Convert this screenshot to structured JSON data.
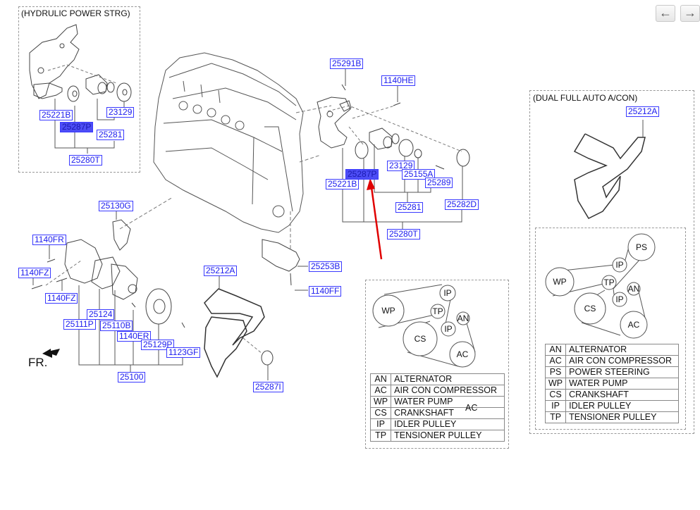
{
  "navigation": {
    "back_label": "←",
    "forward_label": "→"
  },
  "groups": {
    "hydraulic_power_steering": {
      "title": "(HYDRULIC POWER STRG)",
      "parts": [
        "25221B",
        "25287P",
        "23129",
        "25281",
        "25280T"
      ]
    },
    "dual_full_auto_acon": {
      "title": "(DUAL FULL AUTO A/CON)",
      "parts": [
        "25212A"
      ]
    }
  },
  "part_labels": {
    "tensioner_top": [
      "25291B",
      "1140HE"
    ],
    "tensioner_assembly": [
      "25287P",
      "25221B",
      "23129",
      "25155A",
      "25289",
      "25281",
      "25282D",
      "25280T"
    ],
    "water_pump": [
      "25130G",
      "1140FR",
      "1140FZ",
      "1140FZ",
      "25124",
      "25111P",
      "25110B",
      "1140ER",
      "25129P",
      "1123GF",
      "25100"
    ],
    "bracket": [
      "25253B",
      "1140FF"
    ],
    "belt_main": [
      "25212A",
      "25287I"
    ]
  },
  "selected_part": "25287P",
  "front_indicator": "FR.",
  "belt_diagram_1": {
    "pulleys": [
      "WP",
      "IP",
      "TP",
      "IP",
      "AN",
      "CS",
      "AC"
    ],
    "legend": [
      {
        "code": "AN",
        "name": "ALTERNATOR"
      },
      {
        "code": "AC",
        "name": "AIR CON COMPRESSOR"
      },
      {
        "code": "WP",
        "name": "WATER PUMP"
      },
      {
        "code": "CS",
        "name": "CRANKSHAFT"
      },
      {
        "code": "IP",
        "name": "IDLER PULLEY"
      },
      {
        "code": "TP",
        "name": "TENSIONER PULLEY"
      }
    ],
    "stray_text": "AC"
  },
  "belt_diagram_2": {
    "pulleys": [
      "PS",
      "IP",
      "WP",
      "TP",
      "AN",
      "IP",
      "CS",
      "AC"
    ],
    "legend": [
      {
        "code": "AN",
        "name": "ALTERNATOR"
      },
      {
        "code": "AC",
        "name": "AIR CON COMPRESSOR"
      },
      {
        "code": "PS",
        "name": "POWER STEERING"
      },
      {
        "code": "WP",
        "name": "WATER PUMP"
      },
      {
        "code": "CS",
        "name": "CRANKSHAFT"
      },
      {
        "code": "IP",
        "name": "IDLER PULLEY"
      },
      {
        "code": "TP",
        "name": "TENSIONER PULLEY"
      }
    ]
  },
  "colors": {
    "label_text": "#1a1aee",
    "label_border": "#3a3aff",
    "selected_fill": "#4d4df5",
    "arrow": "#e00000"
  }
}
